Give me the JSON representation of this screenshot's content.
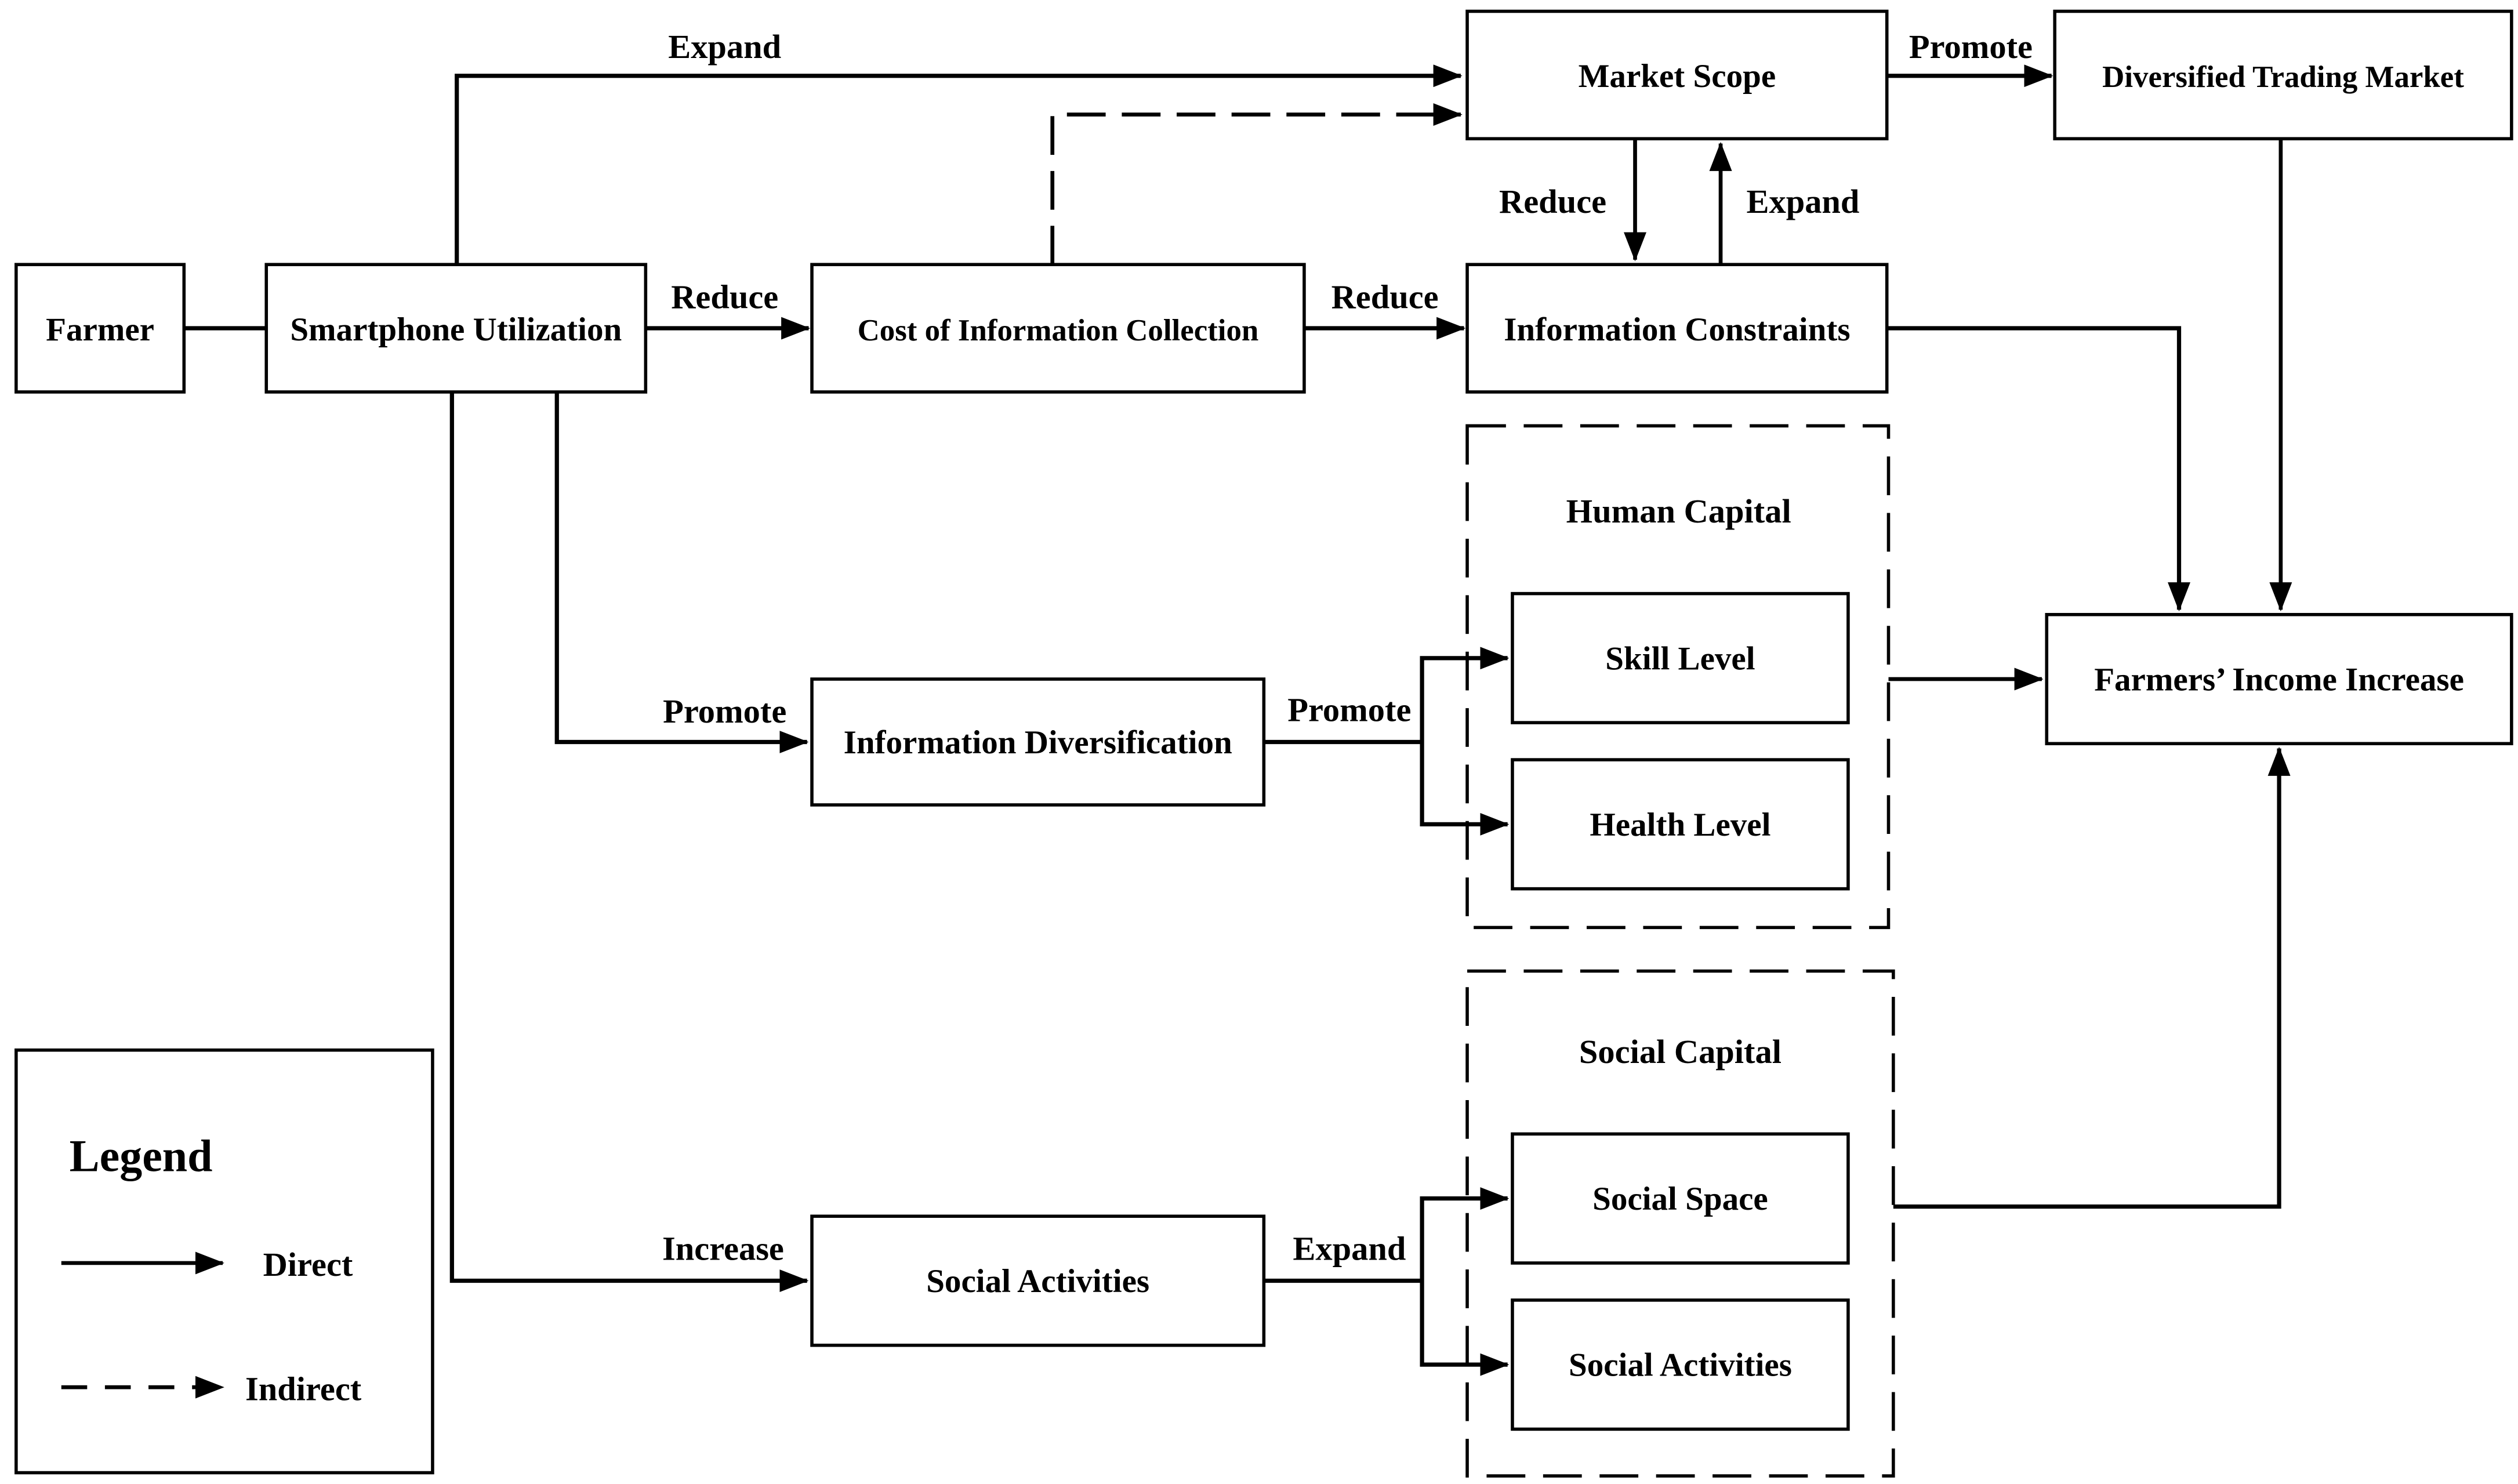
{
  "figure": {
    "background": "#ffffff",
    "line_color": "#000000",
    "nodes": {
      "farmer": "Farmer",
      "smartphone_utilization": "Smartphone Utilization",
      "cost_of_information_collection": "Cost of Information Collection",
      "information_constraints": "Information Constraints",
      "market_scope": "Market Scope",
      "diversified_trading_market": "Diversified Trading Market",
      "farmers_income_increase": "Farmers’ Income Increase",
      "information_diversification": "Information Diversification",
      "skill_level": "Skill Level",
      "health_level": "Health Level",
      "social_space": "Social Space",
      "social_activities_inner": "Social Activities",
      "social_activities": "Social Activities",
      "human_capital": "Human Capital",
      "social_capital": "Social Capital"
    },
    "edge_labels": {
      "expand_top": "Expand",
      "promote_top": "Promote",
      "reduce_market_to_constraints": "Reduce",
      "expand_constraints_to_market": "Expand",
      "reduce_smartphone_to_cost": "Reduce",
      "reduce_cost_to_constraints": "Reduce",
      "promote_smartphone_to_diversification": "Promote",
      "promote_diversification_to_capital": "Promote",
      "increase_smartphone_to_social": "Increase",
      "expand_social_to_capital": "Expand"
    },
    "legend": {
      "title": "Legend",
      "direct": "Direct",
      "indirect": "Indirect"
    }
  }
}
